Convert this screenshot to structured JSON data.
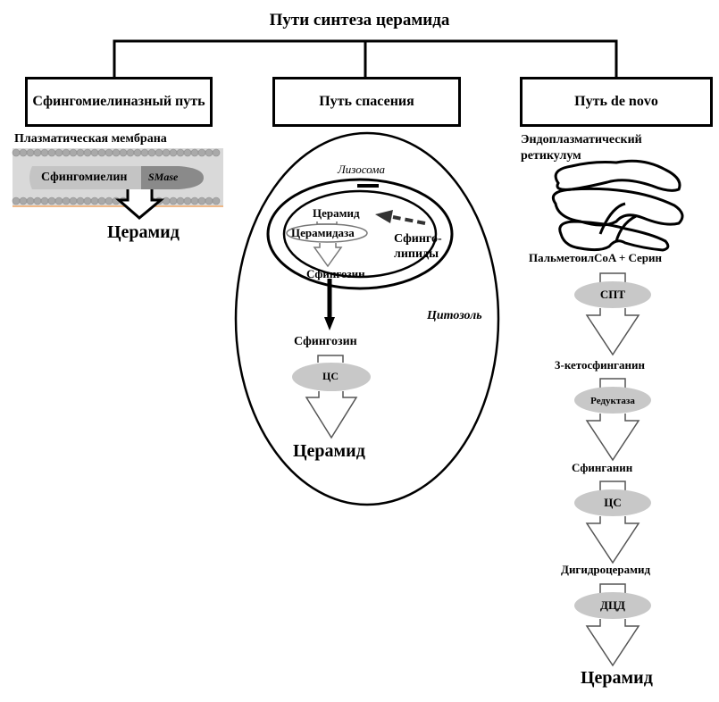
{
  "title": "Пути синтеза церамида",
  "pathways": {
    "sphingomyelinase": {
      "label": "Сфингомиелиназный путь",
      "location": "Плазматическая мембрана",
      "substrate": "Сфингомиелин",
      "enzyme": "SMase",
      "product": "Церамид"
    },
    "salvage": {
      "label": "Путь спасения",
      "lysosome_label": "Лизосома",
      "cytosol_label": "Цитозоль",
      "lysosome_substrate": "Церамид",
      "lysosome_enzyme": "Церамидаза",
      "lysosome_product": "Сфингозин",
      "source_line1": "Сфинго-",
      "source_line2": "липиды",
      "cytosol_substrate": "Сфингозин",
      "cytosol_enzyme": "ЦС",
      "product": "Церамид"
    },
    "de_novo": {
      "label": "Путь de novo",
      "organelle_line1": "Эндоплазматический",
      "organelle_line2": "ретикулум",
      "steps": [
        {
          "substrate": "ПальметоилCoA + Серин",
          "enzyme": "СПТ"
        },
        {
          "substrate": "3-кетосфинганин",
          "enzyme": "Редуктаза"
        },
        {
          "substrate": "Сфинганин",
          "enzyme": "ЦС"
        },
        {
          "substrate": "Дигидроцерамид",
          "enzyme": "ДЦД"
        }
      ],
      "product": "Церамид"
    }
  },
  "colors": {
    "enzyme_fill": "#c8c8c8",
    "smase_fill": "#8a8a8a",
    "membrane_fill": "#d6d6d6",
    "membrane_edge": "#e8a060"
  }
}
